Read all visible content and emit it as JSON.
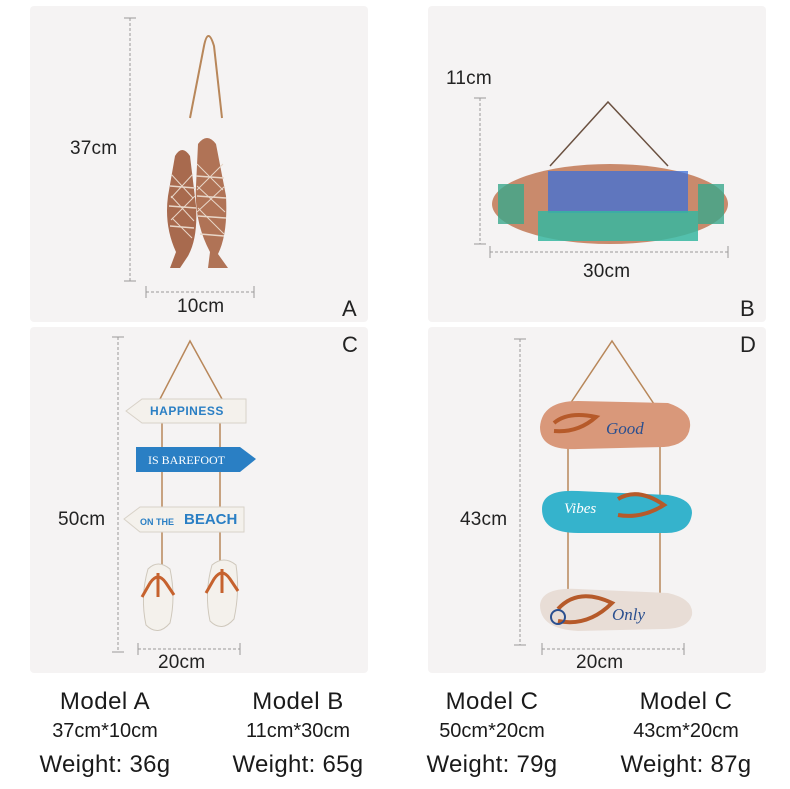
{
  "panels": [
    {
      "letter": "A",
      "height_label": "37cm",
      "width_label": "10cm"
    },
    {
      "letter": "B",
      "height_label": "11cm",
      "width_label": "30cm"
    },
    {
      "letter": "C",
      "height_label": "50cm",
      "width_label": "20cm"
    },
    {
      "letter": "D",
      "height_label": "43cm",
      "width_label": "20cm"
    }
  ],
  "signs": {
    "c1": "HAPPINESS",
    "c2": "IS BAREFOOT",
    "c3a": "ON THE",
    "c3b": "BEACH",
    "d1": "Good",
    "d2": "Vibes",
    "d3": "Only"
  },
  "captions": [
    {
      "model": "Model A",
      "dims": "37cm*10cm",
      "weight": "Weight: 36g"
    },
    {
      "model": "Model B",
      "dims": "11cm*30cm",
      "weight": "Weight: 65g"
    },
    {
      "model": "Model C",
      "dims": "50cm*20cm",
      "weight": "Weight: 79g"
    },
    {
      "model": "Model C",
      "dims": "43cm*20cm",
      "weight": "Weight: 87g"
    }
  ],
  "colors": {
    "panel_bg": "#f5f3f3",
    "dimension_line": "#9a9a9a",
    "wood": "#c98a6c",
    "blue_sign": "#2a7fc4",
    "teal_sign": "#35b3cc",
    "rope": "#b8875a"
  }
}
